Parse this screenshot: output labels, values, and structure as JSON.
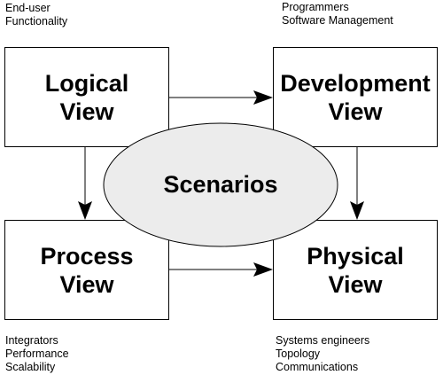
{
  "views": {
    "logical": {
      "line1": "Logical",
      "line2": "View"
    },
    "development": {
      "line1": "Development",
      "line2": "View"
    },
    "process": {
      "line1": "Process",
      "line2": "View"
    },
    "physical": {
      "line1": "Physical",
      "line2": "View"
    }
  },
  "scenarios": {
    "label": "Scenarios"
  },
  "notes": {
    "logical": [
      "End-user",
      "Functionality"
    ],
    "development": [
      "Programmers",
      "Software Management"
    ],
    "process": [
      "Integrators",
      "Performance",
      "Scalability"
    ],
    "physical": [
      "Systems engineers",
      "Topology",
      "Communications"
    ]
  },
  "edges": [
    {
      "from": "Logical View",
      "to": "Development View"
    },
    {
      "from": "Logical View",
      "to": "Process View"
    },
    {
      "from": "Development View",
      "to": "Physical View"
    },
    {
      "from": "Process View",
      "to": "Physical View"
    }
  ]
}
